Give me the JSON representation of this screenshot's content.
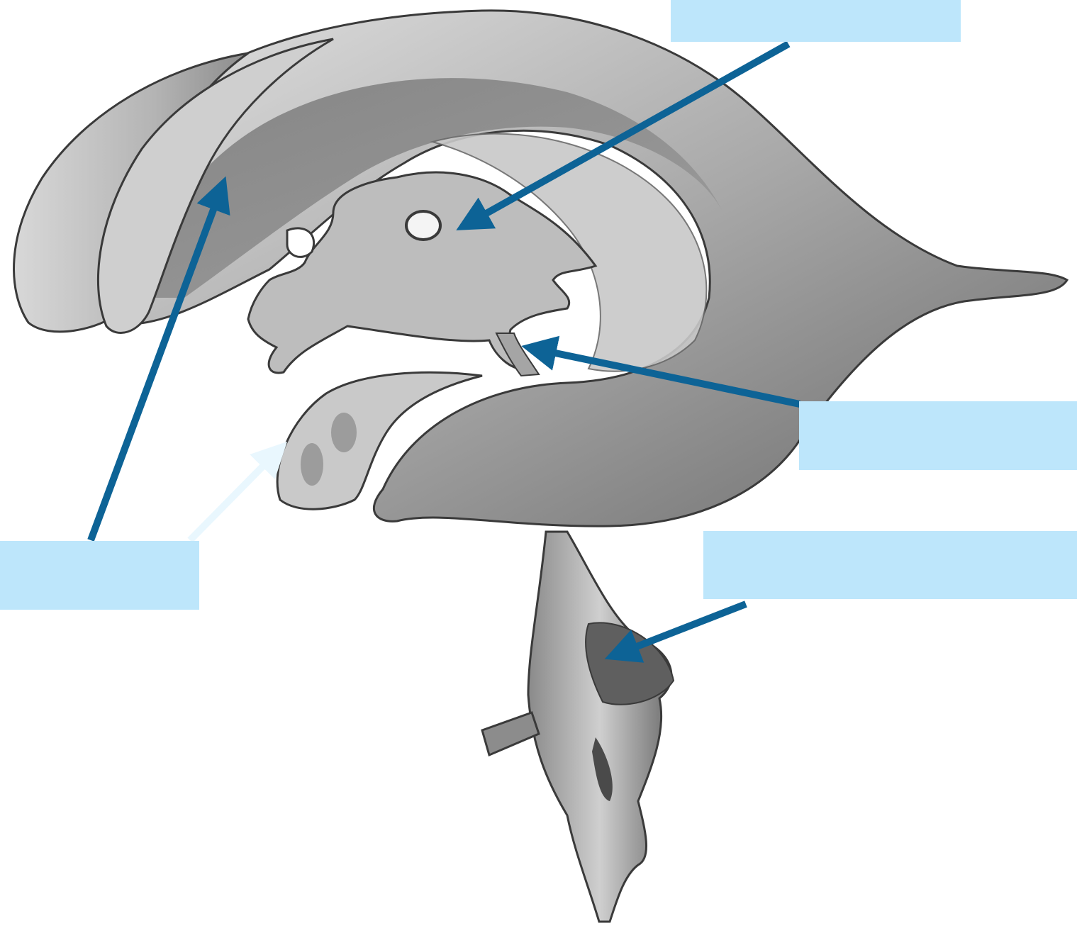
{
  "diagram": {
    "colors": {
      "label_box_fill": "#bde6fb",
      "arrow": "#0d6396",
      "arrow_light": "#e9f7fe",
      "anatomy_light": "#d4d4d4",
      "anatomy_mid": "#9a9a9a",
      "anatomy_dark": "#5f5f5f",
      "outline": "#3a3a3a"
    },
    "labels": [
      {
        "id": "top",
        "text": ""
      },
      {
        "id": "right",
        "text": ""
      },
      {
        "id": "lower",
        "text": ""
      },
      {
        "id": "left",
        "text": ""
      }
    ]
  }
}
